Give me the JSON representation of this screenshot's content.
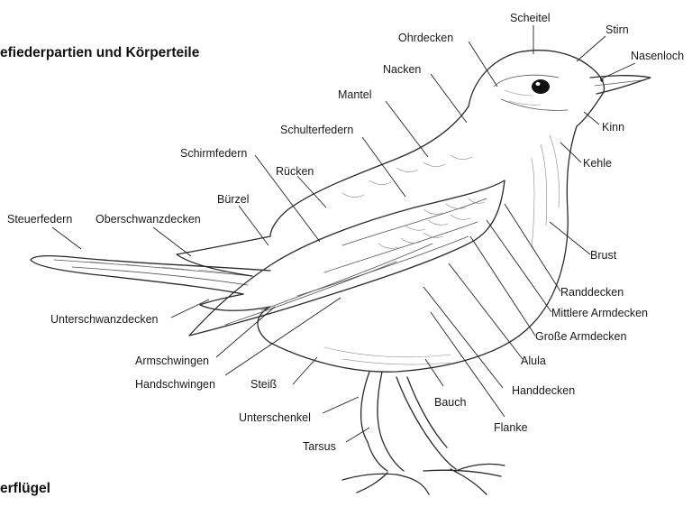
{
  "headings": {
    "top": "efiederpartien und Körperteile",
    "bottom": "erflügel"
  },
  "labels": {
    "scheitel": "Scheitel",
    "stirn": "Stirn",
    "ohrdecken": "Ohrdecken",
    "nasenloch": "Nasenloch",
    "nacken": "Nacken",
    "mantel": "Mantel",
    "kinn": "Kinn",
    "schulterfedern": "Schulterfedern",
    "kehle": "Kehle",
    "schirmfedern": "Schirmfedern",
    "ruecken": "Rücken",
    "buerzel": "Bürzel",
    "steuerfedern": "Steuerfedern",
    "oberschwanzdecken": "Oberschwanzdecken",
    "brust": "Brust",
    "randdecken": "Randdecken",
    "unterschwanzdecken": "Unterschwanzdecken",
    "mittlere_armdecken": "Mittlere Armdecken",
    "grosse_armdecken": "Große Armdecken",
    "armschwingen": "Armschwingen",
    "alula": "Alula",
    "handschwingen": "Handschwingen",
    "steiss": "Steiß",
    "handdecken": "Handdecken",
    "bauch": "Bauch",
    "unterschenkel": "Unterschenkel",
    "flanke": "Flanke",
    "tarsus": "Tarsus"
  }
}
